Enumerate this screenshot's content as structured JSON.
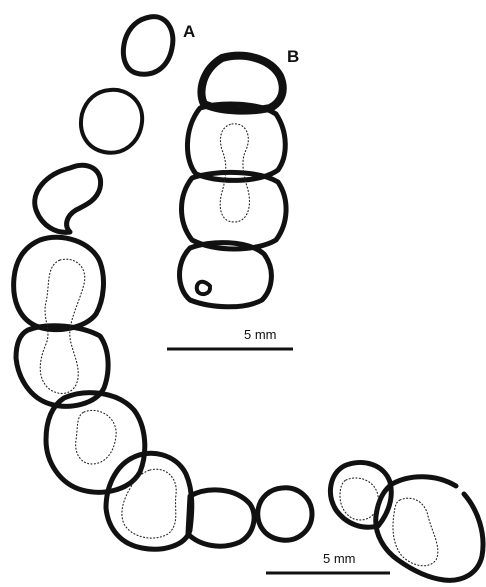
{
  "panels": {
    "a": {
      "label": "A"
    },
    "b": {
      "label": "B"
    }
  },
  "scale_bars": {
    "top": {
      "label": "5 mm"
    },
    "bottom": {
      "label": "5 mm"
    }
  },
  "colors": {
    "ink": "#111111",
    "background": "#ffffff"
  }
}
